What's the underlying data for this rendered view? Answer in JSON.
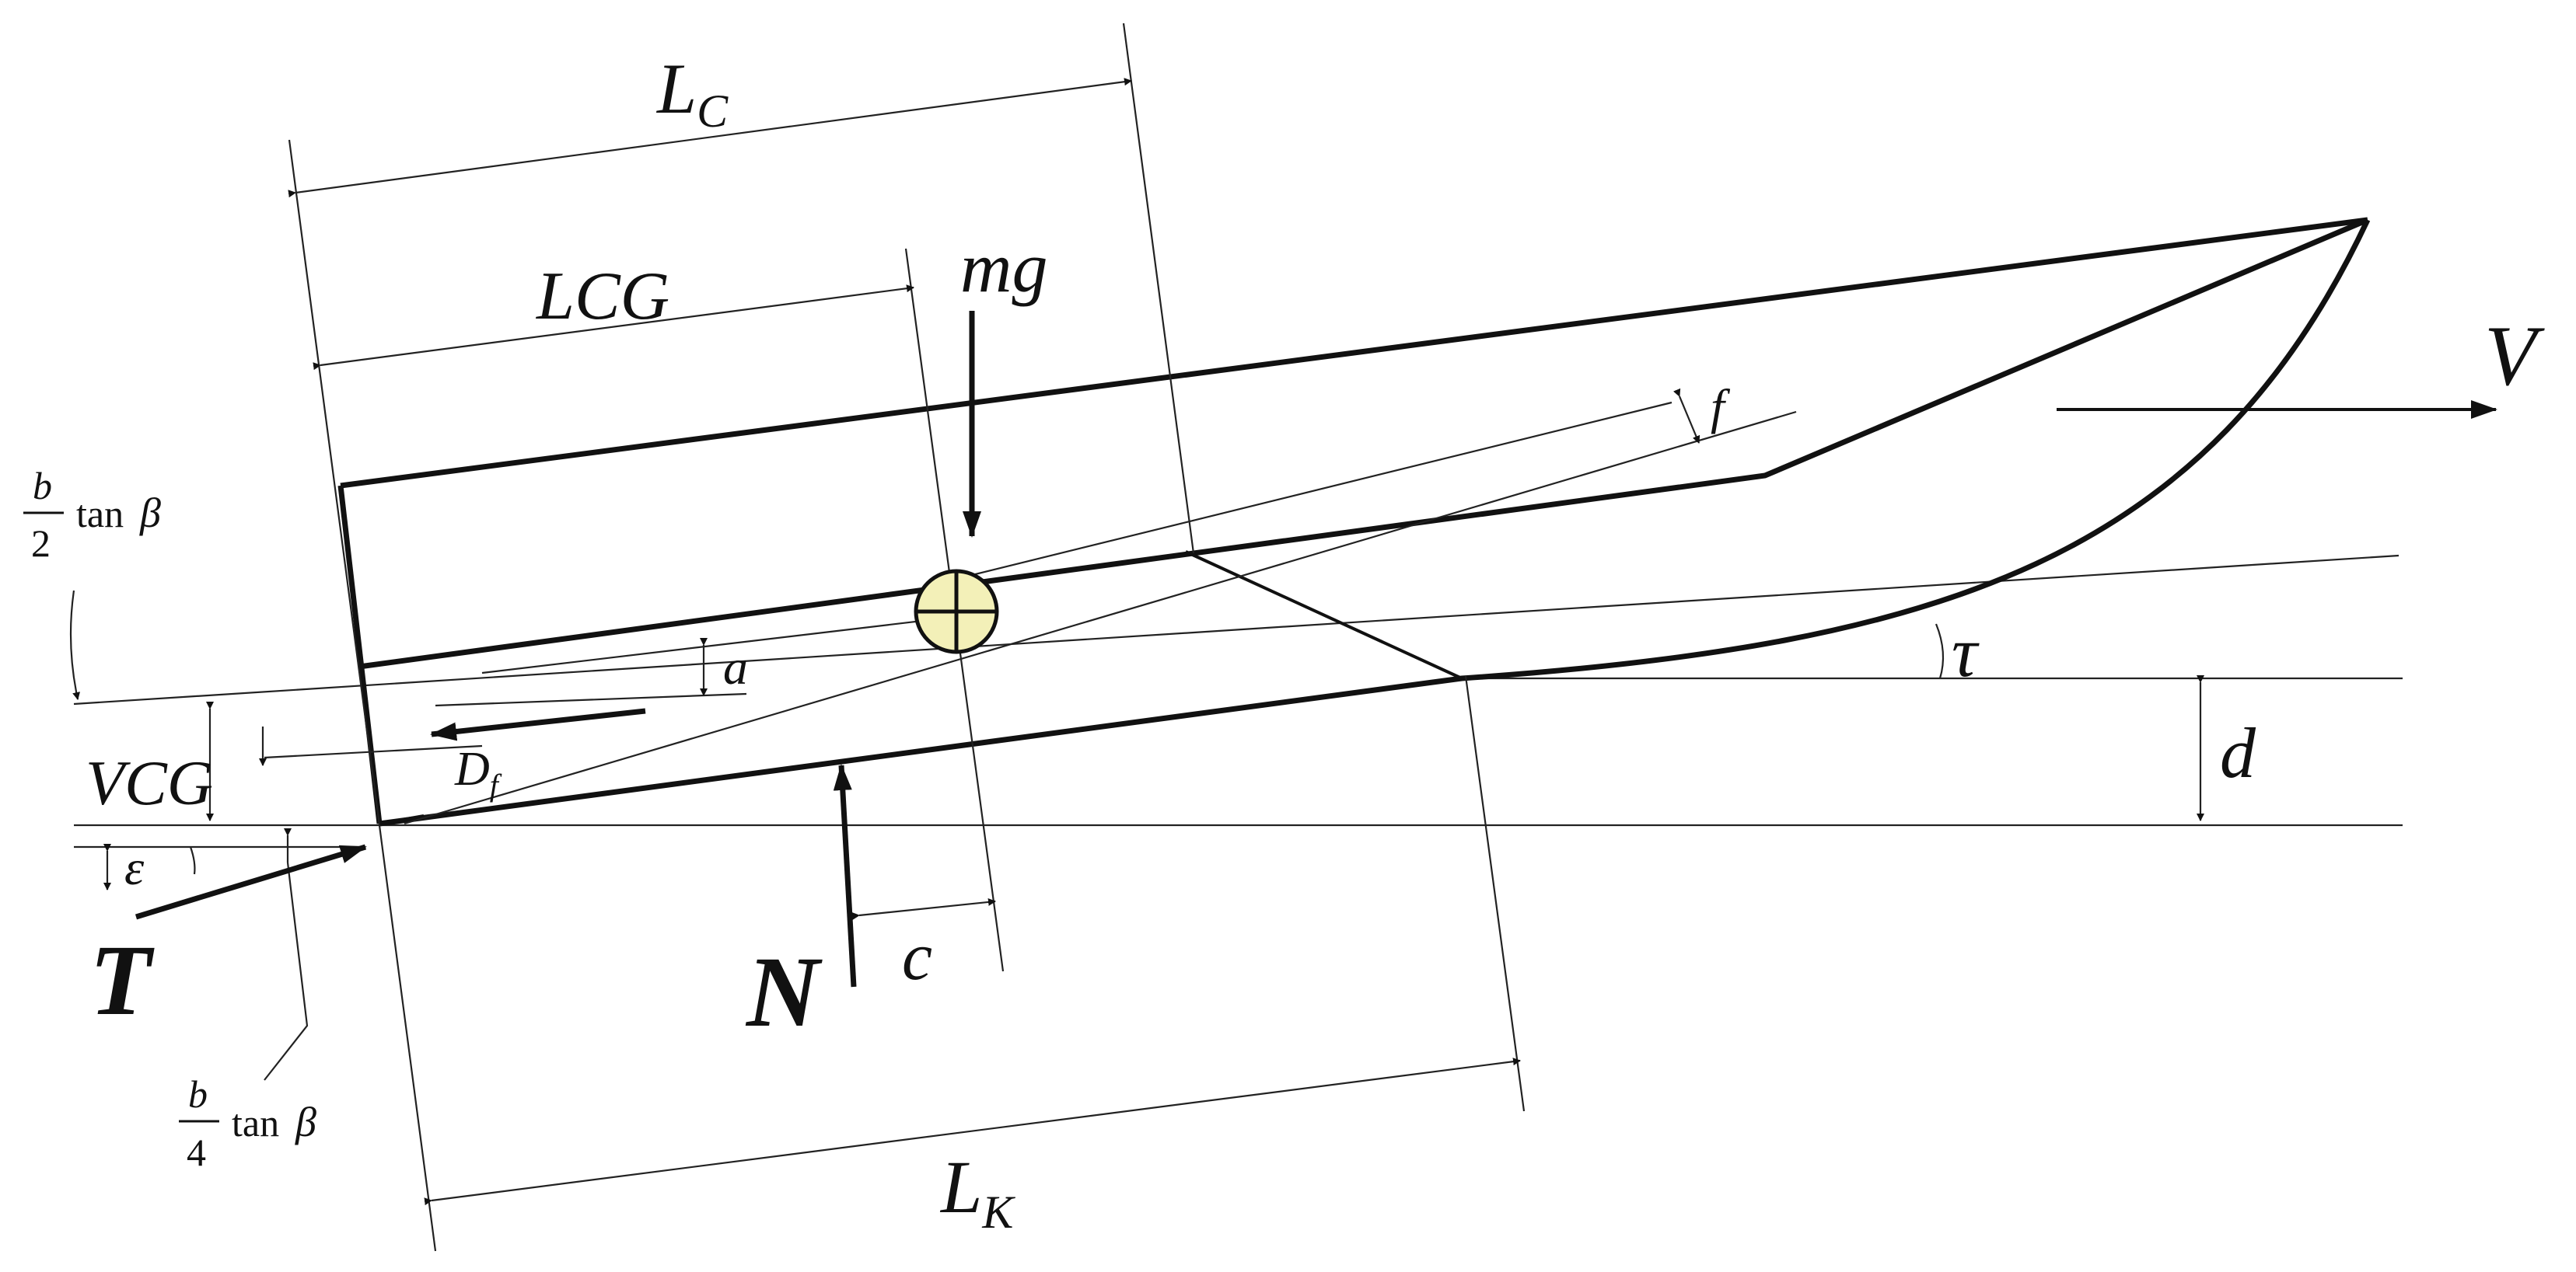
{
  "labels": {
    "Lc": "L",
    "Lc_sub": "C",
    "LCG": "LCG",
    "mg": "mg",
    "V": "V",
    "f": "f",
    "tau": "τ",
    "d": "d",
    "a": "a",
    "Df": "D",
    "Df_sub": "f",
    "VCG": "VCG",
    "eps": "ε",
    "T": "T",
    "N": "N",
    "c": "c",
    "Lk": "L",
    "Lk_sub": "K",
    "b_half_num": "b",
    "b_half_den": "2",
    "b_half_tan": "tan",
    "b_half_beta": "β",
    "b_quarter_num": "b",
    "b_quarter_den": "4",
    "b_quarter_tan": "tan",
    "b_quarter_beta": "β"
  },
  "colors": {
    "line": "#111111",
    "cg_fill": "#f3f0b8"
  }
}
